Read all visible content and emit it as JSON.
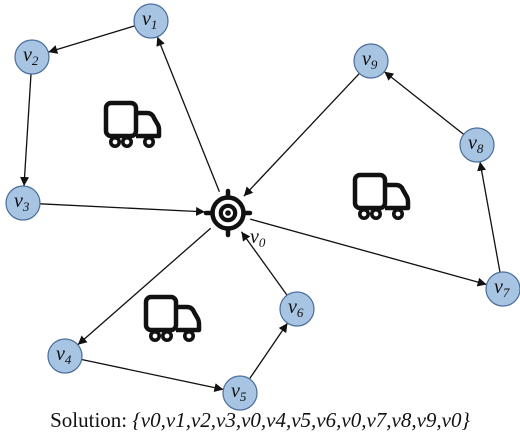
{
  "colors": {
    "node_fill": "#a7c4e2",
    "node_stroke": "#4a6d98",
    "edge": "#111111",
    "icon": "#111111"
  },
  "depot": {
    "label": "v",
    "sub": "0",
    "icon": "target-crosshair-icon"
  },
  "nodes": [
    {
      "id": "v1",
      "label": "v",
      "sub": "1"
    },
    {
      "id": "v2",
      "label": "v",
      "sub": "2"
    },
    {
      "id": "v3",
      "label": "v",
      "sub": "3"
    },
    {
      "id": "v4",
      "label": "v",
      "sub": "4"
    },
    {
      "id": "v5",
      "label": "v",
      "sub": "5"
    },
    {
      "id": "v6",
      "label": "v",
      "sub": "6"
    },
    {
      "id": "v7",
      "label": "v",
      "sub": "7"
    },
    {
      "id": "v8",
      "label": "v",
      "sub": "8"
    },
    {
      "id": "v9",
      "label": "v",
      "sub": "9"
    }
  ],
  "edges": [
    {
      "from": "v0",
      "to": "v1"
    },
    {
      "from": "v1",
      "to": "v2"
    },
    {
      "from": "v2",
      "to": "v3"
    },
    {
      "from": "v3",
      "to": "v0"
    },
    {
      "from": "v0",
      "to": "v4"
    },
    {
      "from": "v4",
      "to": "v5"
    },
    {
      "from": "v5",
      "to": "v6"
    },
    {
      "from": "v6",
      "to": "v0"
    },
    {
      "from": "v0",
      "to": "v7"
    },
    {
      "from": "v7",
      "to": "v8"
    },
    {
      "from": "v8",
      "to": "v9"
    },
    {
      "from": "v9",
      "to": "v0"
    }
  ],
  "vehicles": [
    {
      "icon": "truck-icon",
      "route": "v1-v2-v3"
    },
    {
      "icon": "truck-icon",
      "route": "v4-v5-v6"
    },
    {
      "icon": "truck-icon",
      "route": "v7-v8-v9"
    }
  ],
  "caption": {
    "prefix": "Solution:",
    "sequence": "{v0,v1,v2,v3,v0,v4,v5,v6,v0,v7,v8,v9,v0}"
  }
}
